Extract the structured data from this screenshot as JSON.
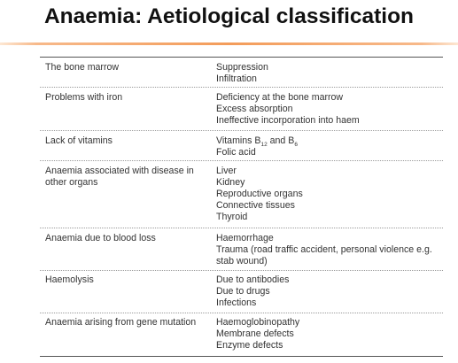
{
  "title": "Anaemia: Aetiological classification",
  "accent_color": "#f39c5a",
  "rows": [
    {
      "category": [
        "The bone marrow"
      ],
      "causes": [
        "Suppression",
        "Infiltration"
      ]
    },
    {
      "category": [
        "Problems with iron"
      ],
      "causes": [
        "Deficiency at the bone marrow",
        "Excess absorption",
        "Ineffective incorporation into haem"
      ]
    },
    {
      "category": [
        "Lack of vitamins"
      ],
      "causes_vitamins": {
        "pre": "Vitamins B",
        "sub1": "12",
        "mid": " and B",
        "sub2": "6"
      },
      "causes": [
        "Folic acid"
      ]
    },
    {
      "category": [
        "Anaemia associated with disease in",
        "other organs"
      ],
      "causes": [
        "Liver",
        "Kidney",
        "Reproductive organs",
        "Connective tissues",
        "Thyroid"
      ]
    },
    {
      "category": [
        "Anaemia due to blood loss"
      ],
      "causes": [
        "Haemorrhage",
        "Trauma (road traffic accident, personal violence e.g.",
        "stab wound)"
      ]
    },
    {
      "category": [
        "Haemolysis"
      ],
      "causes": [
        "Due to antibodies",
        "Due to drugs",
        "Infections"
      ]
    },
    {
      "category": [
        "Anaemia arising from gene mutation"
      ],
      "causes": [
        "Haemoglobinopathy",
        "Membrane defects",
        "Enzyme defects"
      ]
    }
  ]
}
